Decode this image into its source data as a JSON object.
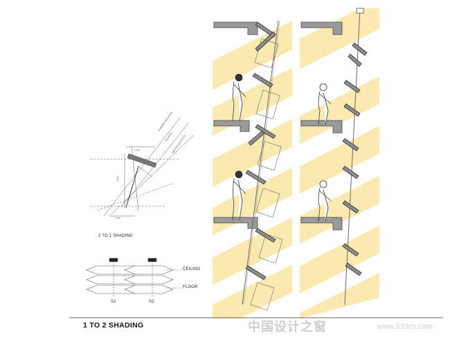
{
  "caption_shading_small": "2 TO 1 SHADING",
  "labels": {
    "ceiling": "CEILING",
    "floor": "FLOOR",
    "s1": "S1",
    "s2": "S2"
  },
  "title": "1 TO 2 SHADING",
  "watermark": {
    "cn": "中国设计之窗",
    "url": "www.333cn.com"
  },
  "colors": {
    "sun_band": "#fbeab0",
    "line": "#4a4a4a",
    "slab": "#9a9a9a",
    "louver": "#8c8c8c"
  }
}
